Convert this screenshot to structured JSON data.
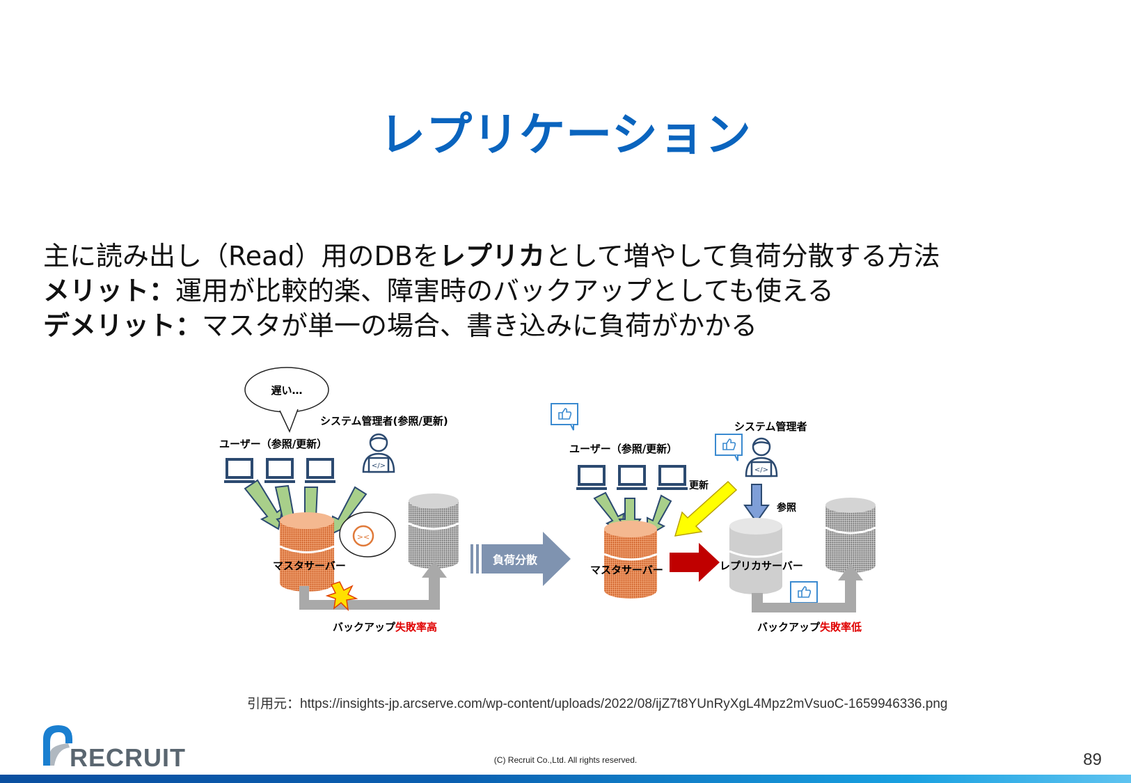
{
  "slide": {
    "title": "レプリケーション",
    "page_number": "89",
    "copyright": "(C) Recruit Co.,Ltd. All rights reserved.",
    "logo_text": "RECRUIT"
  },
  "body": {
    "line1": {
      "prefix": "主に読み出し（Read）用のDBを",
      "bold": "レプリカ",
      "suffix": "として増やして負荷分散する方法"
    },
    "line2": {
      "label": "メリット：",
      "text": "運用が比較的楽、障害時のバックアップとしても使える"
    },
    "line3": {
      "label": "デメリット：",
      "text": "マスタが単一の場合、書き込みに負荷がかかる"
    }
  },
  "diagram": {
    "before": {
      "speech_bubble": "遅い…",
      "admin_label": "システム管理者(参照/更新)",
      "users_label": "ユーザー（参照/更新）",
      "master_label": "マスタサーバー",
      "backup_label": "バックアップ",
      "backup_status": "失敗率高"
    },
    "transition_label": "負荷分散",
    "after": {
      "admin_label": "システム管理者",
      "users_label": "ユーザー（参照/更新）",
      "update_label": "更新",
      "reference_label": "参照",
      "master_label": "マスタサーバー",
      "replica_label": "レプリカサーバー",
      "backup_label": "バックアップ",
      "backup_status": "失敗率低"
    },
    "colors": {
      "master_db": "#e07a3a",
      "backup_db": "#8a8a8a",
      "replica_db": "#cfcfcf",
      "user_arrow": "#a8cf8a",
      "update_arrow": "#ffff00",
      "reference_arrow": "#7f9fd8",
      "replicate_arrow": "#c00000",
      "transition_arrow": "#7f93b0",
      "status_red": "#e00000",
      "icon_blue": "#2c4a70"
    }
  },
  "citation": "引用元：https://insights-jp.arcserve.com/wp-content/uploads/2022/08/ijZ7t8YUnRyXgL4Mpz2mVsuoC-1659946336.png",
  "theme": {
    "title_color": "#0a64be",
    "footer_bar": "#0a5fb0"
  }
}
